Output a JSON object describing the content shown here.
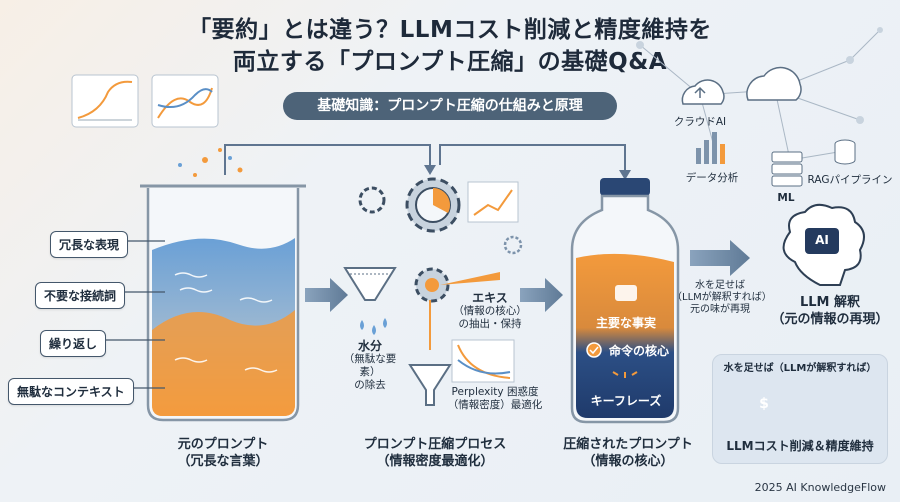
{
  "title_line1": "「要約」とは違う？LLMコスト削減と精度維持を",
  "title_line2": "両立する「プロンプト圧縮」の基礎Q&A",
  "subtitle": "基礎知識：プロンプト圧縮の仕組みと原理",
  "beaker_labels": [
    "冗長な表現",
    "不要な接続詞",
    "繰り返し",
    "無駄なコンテキスト"
  ],
  "beaker_caption_line1": "元のプロンプト",
  "beaker_caption_line2": "（冗長な言葉）",
  "process": {
    "water_title": "水分",
    "water_sub1": "（無駄な要素）",
    "water_sub2": "の除去",
    "extract_title": "エキス",
    "extract_sub1": "（情報の核心）",
    "extract_sub2": "の抽出・保持",
    "perplexity_line1": "Perplexity 困惑度",
    "perplexity_line2": "（情報密度）最適化",
    "caption_line1": "プロンプト圧縮プロセス",
    "caption_line2": "（情報密度最適化）"
  },
  "bottle": {
    "item1": "主要な事実",
    "item2": "命令の核心",
    "item3": "キーフレーズ",
    "caption_line1": "圧縮されたプロンプト",
    "caption_line2": "（情報の核心）"
  },
  "cloud_labels": {
    "cloud_ai": "クラウドAI",
    "data": "データ分析",
    "ml": "ML",
    "rag": "RAGパイプライン"
  },
  "brain_badge": "AI",
  "add_water_line1": "水を足せば",
  "add_water_line2": "（LLMが解釈すれば）",
  "add_water_line3": "元の味が再現",
  "llm_line1": "LLM 解釈",
  "llm_line2": "（元の情報の再現）",
  "panel_title": "水を足せば（LLMが解釈すれば）",
  "panel_coin": "$",
  "panel_caption": "LLMコスト削減＆精度維持",
  "footer": "2025 AI KnowledgeFlow",
  "colors": {
    "orange": "#f39a3c",
    "blue": "#5a8fc6",
    "navy": "#243a5e",
    "slate": "#4d6378"
  }
}
